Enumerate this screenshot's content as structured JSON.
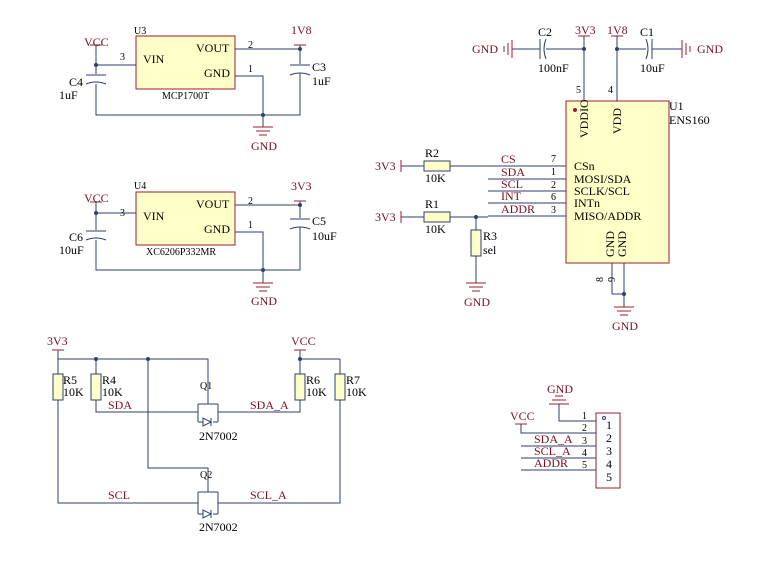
{
  "u3": {
    "ref": "U3",
    "part": "MCP1700T",
    "vin": "VIN",
    "vout": "VOUT",
    "gnd": "GND",
    "pin_in": "3",
    "pin_out": "2",
    "pin_gnd": "1"
  },
  "u4": {
    "ref": "U4",
    "part": "XC6206P332MR",
    "vin": "VIN",
    "vout": "VOUT",
    "gnd": "GND",
    "pin_in": "3",
    "pin_out": "2",
    "pin_gnd": "1"
  },
  "u1": {
    "ref": "U1",
    "part": "ENS160",
    "pins": {
      "csn": "CSn",
      "mosi": "MOSI/SDA",
      "sclk": "SCLK/SCL",
      "intn": "INTn",
      "miso": "MISO/ADDR",
      "vddio": "VDDIO",
      "vdd": "VDD",
      "gnd1": "GND",
      "gnd2": "GND"
    },
    "nums": {
      "cs": "7",
      "sda": "1",
      "scl": "2",
      "int": "6",
      "addr": "3",
      "vddio": "5",
      "vdd": "4",
      "g1": "8",
      "g2": "9"
    }
  },
  "caps": {
    "c1": {
      "ref": "C1",
      "val": "10uF"
    },
    "c2": {
      "ref": "C2",
      "val": "100nF"
    },
    "c3": {
      "ref": "C3",
      "val": "1uF"
    },
    "c4": {
      "ref": "C4",
      "val": "1uF"
    },
    "c5": {
      "ref": "C5",
      "val": "10uF"
    },
    "c6": {
      "ref": "C6",
      "val": "10uF"
    }
  },
  "res": {
    "r1": {
      "ref": "R1",
      "val": "10K"
    },
    "r2": {
      "ref": "R2",
      "val": "10K"
    },
    "r3": {
      "ref": "R3",
      "val": "sel"
    },
    "r4": {
      "ref": "R4",
      "val": "10K"
    },
    "r5": {
      "ref": "R5",
      "val": "10K"
    },
    "r6": {
      "ref": "R6",
      "val": "10K"
    },
    "r7": {
      "ref": "R7",
      "val": "10K"
    }
  },
  "mos": {
    "q1": {
      "ref": "Q1",
      "part": "2N7002"
    },
    "q2": {
      "ref": "Q2",
      "part": "2N7002"
    }
  },
  "nets": {
    "vcc": "VCC",
    "v1v8": "1V8",
    "v3v3": "3V3",
    "gnd": "GND",
    "cs": "CS",
    "sda": "SDA",
    "scl": "SCL",
    "int": "INT",
    "addr": "ADDR",
    "sda_a": "SDA_A",
    "scl_a": "SCL_A"
  },
  "conn": {
    "pins": [
      "1",
      "2",
      "3",
      "4",
      "5"
    ],
    "labels": [
      "1",
      "2",
      "3",
      "4",
      "5"
    ]
  }
}
